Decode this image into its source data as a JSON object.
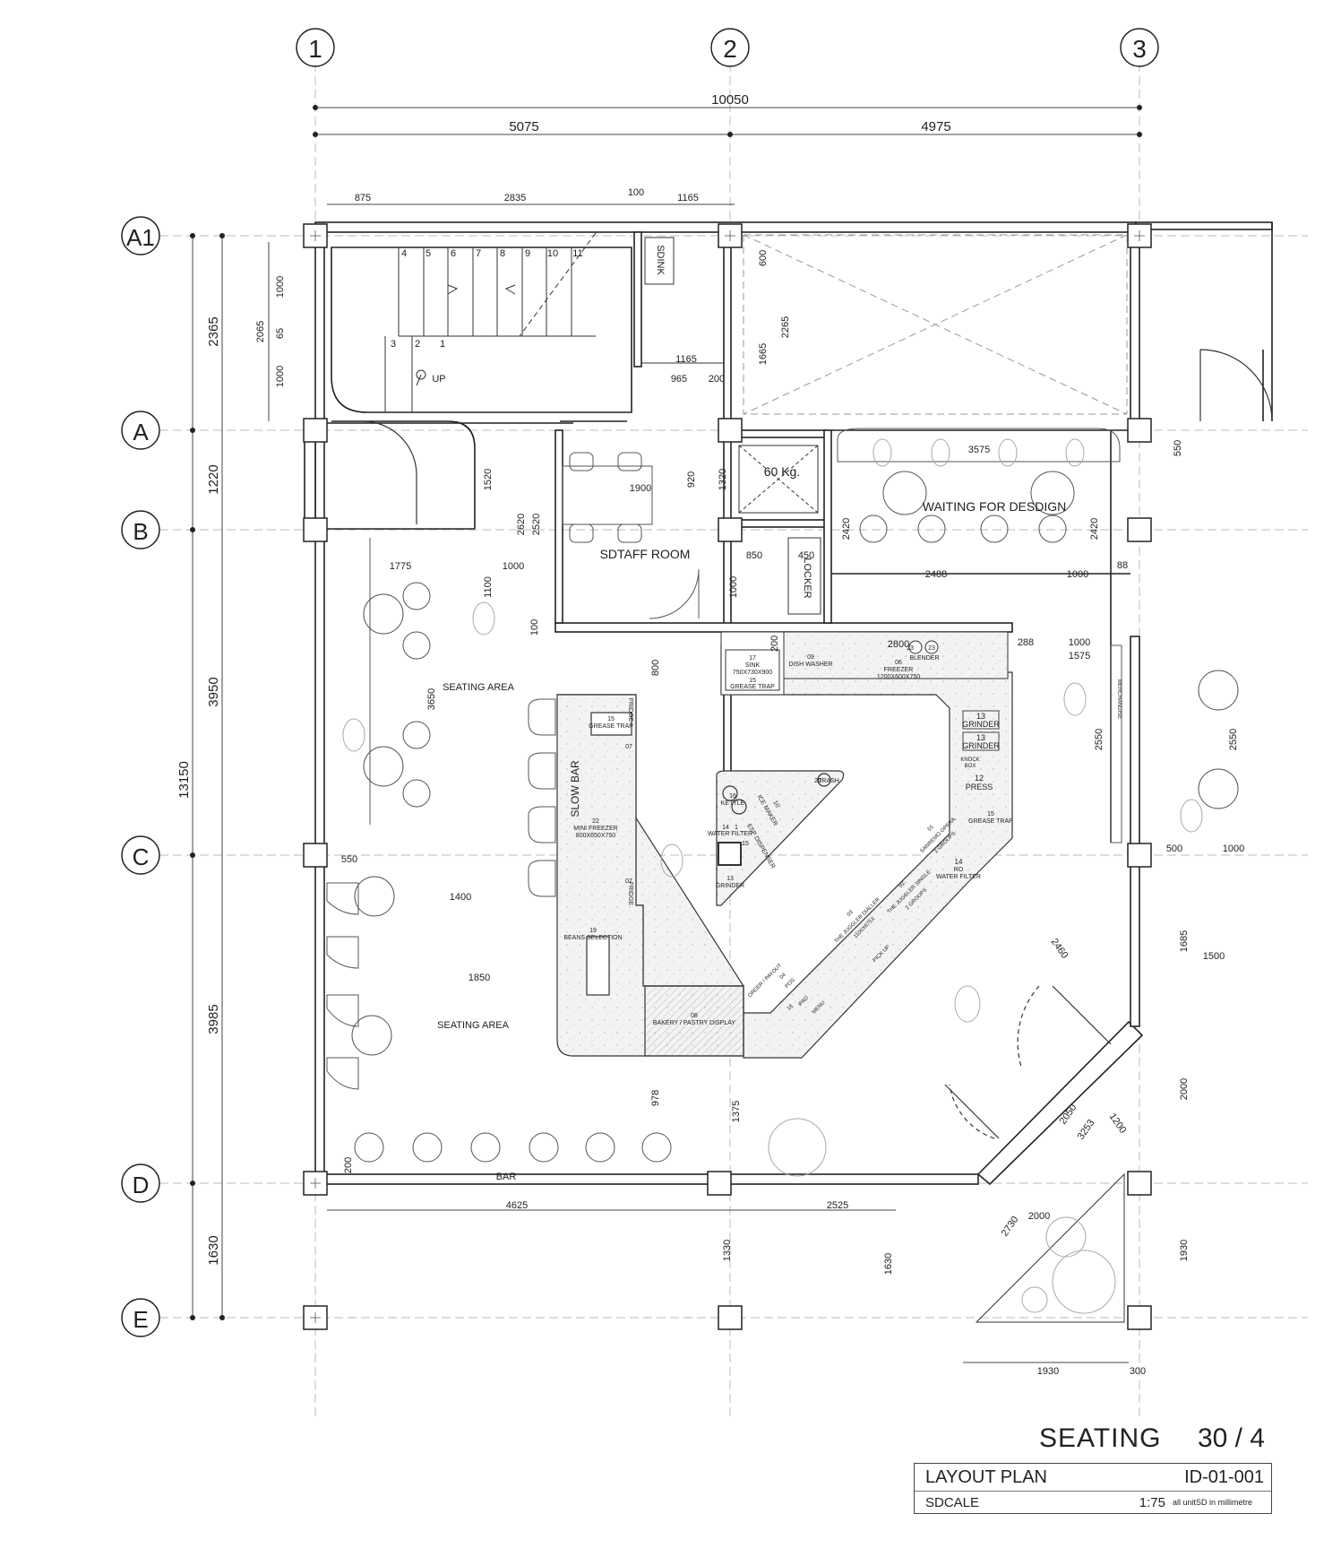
{
  "grid": {
    "columns": [
      "1",
      "2",
      "3"
    ],
    "rows": [
      "A1",
      "A",
      "B",
      "C",
      "D",
      "E"
    ]
  },
  "dimensions": {
    "overall_width": "10050",
    "col_1_2": "5075",
    "col_2_3": "4975",
    "top_a": "875",
    "top_b": "2835",
    "top_c": "100",
    "top_d": "1165",
    "overall_height": "13150",
    "row_a1_a": "2365",
    "row_a_b": "1220",
    "row_b_c": "3950",
    "row_c_d": "3985",
    "row_d_e": "1630",
    "stair_1000a": "1000",
    "stair_2065": "2065",
    "stair_65": "65",
    "stair_1000b": "1000",
    "sink_600": "600",
    "sink_1665": "1665",
    "sink_2265": "2265",
    "dim_1165": "1165",
    "dim_965": "965",
    "dim_200": "200",
    "dim_1520": "1520",
    "dim_2620": "2620",
    "dim_2520": "2520",
    "dim_1100": "1100",
    "dim_100": "100",
    "dim_920": "920",
    "dim_1320": "1320",
    "dim_1900": "1900",
    "dim_1775": "1775",
    "dim_1000": "1000",
    "dim_850": "850",
    "dim_450": "450",
    "dim_1000v": "1000",
    "dim_3575": "3575",
    "dim_2420a": "2420",
    "dim_2420b": "2420",
    "dim_550": "550",
    "dim_2488": "2488",
    "dim_1000r": "1000",
    "dim_88": "88",
    "dim_288": "288",
    "dim_1000b": "1000",
    "dim_1575": "1575",
    "dim_800": "800",
    "dim_3650": "3650",
    "dim_2550a": "2550",
    "dim_2550b": "2550",
    "dim_200k": "200",
    "dim_2800": "2800",
    "dim_550c": "550",
    "dim_500": "500",
    "dim_1000c": "1000",
    "dim_1400": "1400",
    "dim_1850": "1850",
    "dim_2460": "2460",
    "dim_1685": "1685",
    "dim_1500": "1500",
    "dim_2000v": "2000",
    "dim_978": "978",
    "dim_1375": "1375",
    "dim_2050": "2050",
    "dim_3253": "3253",
    "dim_1200": "1200",
    "dim_200d": "200",
    "dim_4625": "4625",
    "dim_2525": "2525",
    "dim_2730": "2730",
    "dim_2000": "2000",
    "dim_1330": "1330",
    "dim_1630": "1630",
    "dim_1930v": "1930",
    "dim_1930": "1930",
    "dim_300": "300"
  },
  "stairs": {
    "numbers": [
      "4",
      "5",
      "6",
      "7",
      "8",
      "9",
      "10",
      "11",
      "3",
      "2",
      "1"
    ],
    "up_label": "UP"
  },
  "rooms": {
    "sink": "SDINK",
    "staff_room": "SDTAFF ROOM",
    "lift": "60 Kg.",
    "waiting": "WAITING FOR DESDIGN",
    "locker": "LOCKER",
    "seating_upper": "SEATING AREA",
    "seating_lower": "SEATING AREA",
    "slow_bar": "SLOW BAR",
    "bar": "BAR",
    "merchandise": "MERCHANDISE"
  },
  "equipment": {
    "sink17_a": "17",
    "sink17_b": "SINK",
    "sink17_c": "750X730X900",
    "grease15_a": "15",
    "grease15_b": "GREASE TRAP",
    "dish_a": "09",
    "dish_b": "DISH WASHER",
    "freezer_a": "06",
    "freezer_b": "FREEZER",
    "freezer_c": "1200X600X750",
    "blender_a": "23",
    "blender_b": "23",
    "blender_c": "BLENDER",
    "grease15b_a": "15",
    "grease15b_b": "GREASE TRAP",
    "fridge_a": "FRIDGE",
    "n07a": "07",
    "mini_freezer_a": "22",
    "mini_freezer_b": "MINI FREEZER",
    "mini_freezer_c": "800X650X750",
    "n07b": "07",
    "fridge_b": "FRIDGE",
    "beans_a": "19",
    "beans_b": "BEANS SELECTION",
    "bakery_a": "08",
    "bakery_b": "BAKERY / PASTRY DISPLAY",
    "trash_a": "20",
    "trash_b": "TRASH",
    "kettle_a": "16",
    "kettle_b": "KETTLE",
    "ice_a": "10",
    "ice_b": "ICE MAKER",
    "water14_a": "14",
    "water14_b": "1",
    "water14_c": "WATER FILTER",
    "esp_a": "15",
    "esp_b": "ESP DISPENSER",
    "grinder13_a": "13",
    "grinder13_b": "GRINDER",
    "grinder_r1_a": "13",
    "grinder_r1_b": "GRINDER",
    "grinder_r2_a": "13",
    "grinder_r2_b": "GRINDER",
    "knock_a": "KNOCK",
    "knock_b": "BOX",
    "press_a": "12",
    "press_b": "PRESS",
    "grease_r_a": "15",
    "grease_r_b": "GREASE TRAP",
    "water_r_a": "14",
    "water_r_b": "RO",
    "water_r_c": "WATER FILTER",
    "sanremo_a": "01",
    "sanremo_b": "SANREMO OPERA",
    "sanremo_c": "2 GROUPS",
    "juggler_a": "03",
    "juggler_b": "THE JUGGLER DIALLER",
    "juggler_c": "1100X675X",
    "juggler2_a": "02",
    "juggler2_b": "THE JUGGLER SINGLE",
    "juggler2_c": "2 GROUPS",
    "pickup": "PICK UP",
    "order_a": "ORDER / PAYOUT",
    "pos_a": "04",
    "pos_b": "POS",
    "ipad_a": "18",
    "ipad_b": "iPAD",
    "menu": "MENU"
  },
  "title_block": {
    "sheet_title": "SEATING",
    "sheet_number": "30 / 4",
    "drawing_name": "LAYOUT PLAN",
    "drawing_code": "ID-01-001",
    "scale_label": "SDCALE",
    "scale_value": "1:75",
    "unit_note": "all unitSD in millimetre"
  }
}
